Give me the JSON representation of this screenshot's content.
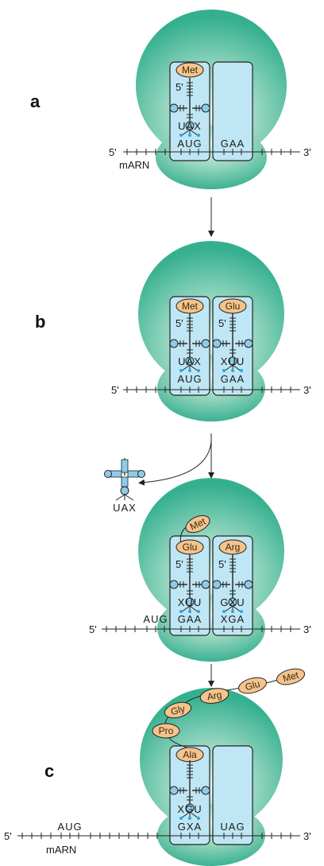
{
  "panels": {
    "a": {
      "letter": "a",
      "aa_p": "Met",
      "anticodon_p": "UAX",
      "codon_p": "AUG",
      "codon_a": "GAA",
      "five": "5'",
      "three": "3'",
      "trna_five": "5'",
      "mrna_label": "mARN"
    },
    "b": {
      "letter": "b",
      "aa_p": "Met",
      "aa_a": "Glu",
      "anticodon_p": "UAX",
      "anticodon_a": "XUU",
      "codon_p": "AUG",
      "codon_a": "GAA",
      "five": "5'",
      "three": "3'",
      "trna_five_p": "5'",
      "trna_five_a": "5'"
    },
    "b2": {
      "released_anticodon": "UAX",
      "chain_top": "Met",
      "aa_p": "Glu",
      "aa_a": "Arg",
      "anticodon_p": "XUU",
      "anticodon_a": "GXU",
      "codon_prev": "AUG",
      "codon_p": "GAA",
      "codon_a": "XGA",
      "five": "5'",
      "three": "3'",
      "trna_five_p": "5'",
      "trna_five_a": "5'"
    },
    "c": {
      "letter": "c",
      "chain": [
        "Met",
        "Glu",
        "Arg",
        "Gly",
        "Pro"
      ],
      "aa_p": "Ala",
      "anticodon_p": "XGU",
      "codon_prev": "AUG",
      "codon_p": "GXA",
      "codon_a": "UAG",
      "five": "5'",
      "three": "3'",
      "mrna_label": "mARN"
    }
  },
  "colors": {
    "ribosome": "#3fb596",
    "ribosome_light": "#e6f5f0",
    "site_fill": "#bfe6f4",
    "trna_fill": "#8fcbe8",
    "aa_fill": "#f4c48c",
    "pair_dot": "#29a8e0"
  }
}
